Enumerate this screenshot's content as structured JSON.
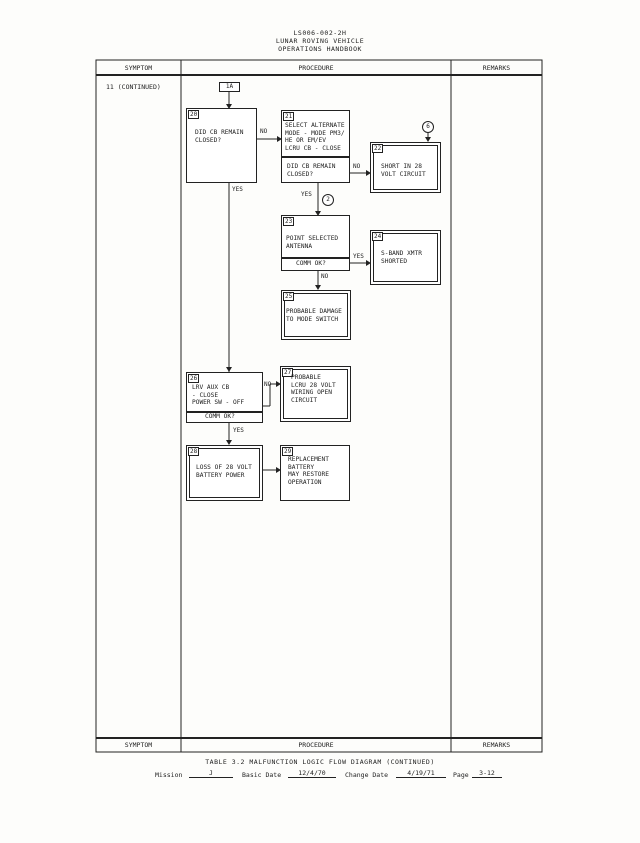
{
  "header": {
    "doc_number": "LS006-002-2H",
    "title_line1": "LUNAR ROVING VEHICLE",
    "title_line2": "OPERATIONS HANDBOOK"
  },
  "table": {
    "col_symptom": "SYMPTOM",
    "col_procedure": "PROCEDURE",
    "col_remarks": "REMARKS",
    "footer_symptom": "SYMPTOM",
    "footer_procedure": "PROCEDURE",
    "footer_remarks": "REMARKS",
    "symptom_entry": "11 (CONTINUED)"
  },
  "flow": {
    "entry_ref": "1A",
    "connector_6": "6",
    "connector_2": "2",
    "boxes": {
      "b20": {
        "num": "20",
        "text": "DID CB REMAIN\nCLOSED?"
      },
      "b21": {
        "num": "21",
        "text": "SELECT ALTERNATE\nMODE - MODE PM3/\nHE OR EM/EV\nLCRU CB - CLOSE",
        "question": "DID CB REMAIN\nCLOSED?"
      },
      "b22": {
        "num": "22",
        "text": "SHORT IN 28\nVOLT CIRCUIT"
      },
      "b23": {
        "num": "23",
        "text": "POINT SELECTED\nANTENNA",
        "question": "COMM OK?"
      },
      "b24": {
        "num": "24",
        "text": "S-BAND XMTR\nSHORTED"
      },
      "b25": {
        "num": "25",
        "text": "PROBABLE DAMAGE\nTO MODE SWITCH"
      },
      "b26": {
        "num": "26",
        "text": "LRV AUX CB\n- CLOSE\nPOWER SW - OFF",
        "question": "COMM OK?"
      },
      "b27": {
        "num": "27",
        "text": "PROBABLE\nLCRU 28 VOLT\nWIRING OPEN\nCIRCUIT"
      },
      "b28": {
        "num": "28",
        "text": "LOSS OF 28 VOLT\nBATTERY POWER"
      },
      "b29": {
        "num": "29",
        "text": "REPLACEMENT\nBATTERY\nMAY RESTORE\nOPERATION"
      }
    },
    "labels": {
      "no_20": "NO",
      "yes_20": "YES",
      "no_21": "NO",
      "yes_21": "YES",
      "yes_23": "YES",
      "no_23": "NO",
      "no_26": "NO",
      "yes_26": "YES"
    }
  },
  "footer": {
    "caption": "TABLE 3.2   MALFUNCTION LOGIC FLOW DIAGRAM (CONTINUED)",
    "mission_label": "Mission",
    "mission_value": "J",
    "basic_date_label": "Basic Date",
    "basic_date_value": "12/4/70",
    "change_date_label": "Change Date",
    "change_date_value": "4/19/71",
    "page_label": "Page",
    "page_value": "3-12"
  }
}
